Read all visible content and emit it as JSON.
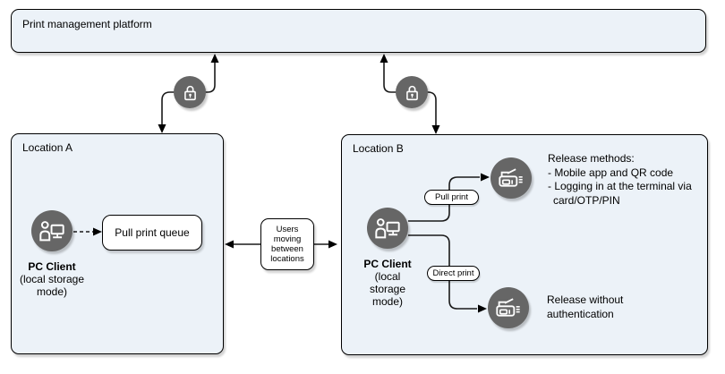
{
  "colors": {
    "panel_fill": "#ECF2F8",
    "node_fill": "#FFFFFF",
    "icon_circle": "#666666",
    "connector": "#1A1A1A",
    "border": "#000000"
  },
  "icons": {
    "lock": "padlock-in-circle (secure encrypted link)",
    "pc_client": "person-with-monitor-in-circle",
    "printer": "multifunction-printer-in-circle"
  },
  "platform": {
    "title": "Print management platform"
  },
  "location_a": {
    "title": "Location A",
    "pc_client_name": "PC Client",
    "pc_client_mode": [
      "(local storage",
      "mode)"
    ],
    "queue_label": "Pull print queue"
  },
  "between": {
    "lines": [
      "Users",
      "moving",
      "between",
      "locations"
    ]
  },
  "location_b": {
    "title": "Location B",
    "pc_client_name": "PC Client",
    "pc_client_mode": [
      "(local",
      "storage",
      "mode)"
    ],
    "pull_pill": "Pull print",
    "direct_pill": "Direct print",
    "release_methods": [
      "Release methods:",
      "- Mobile app and QR code",
      "- Logging in at the terminal via",
      "card/OTP/PIN"
    ],
    "release_without": [
      "Release without",
      "authentication"
    ]
  }
}
